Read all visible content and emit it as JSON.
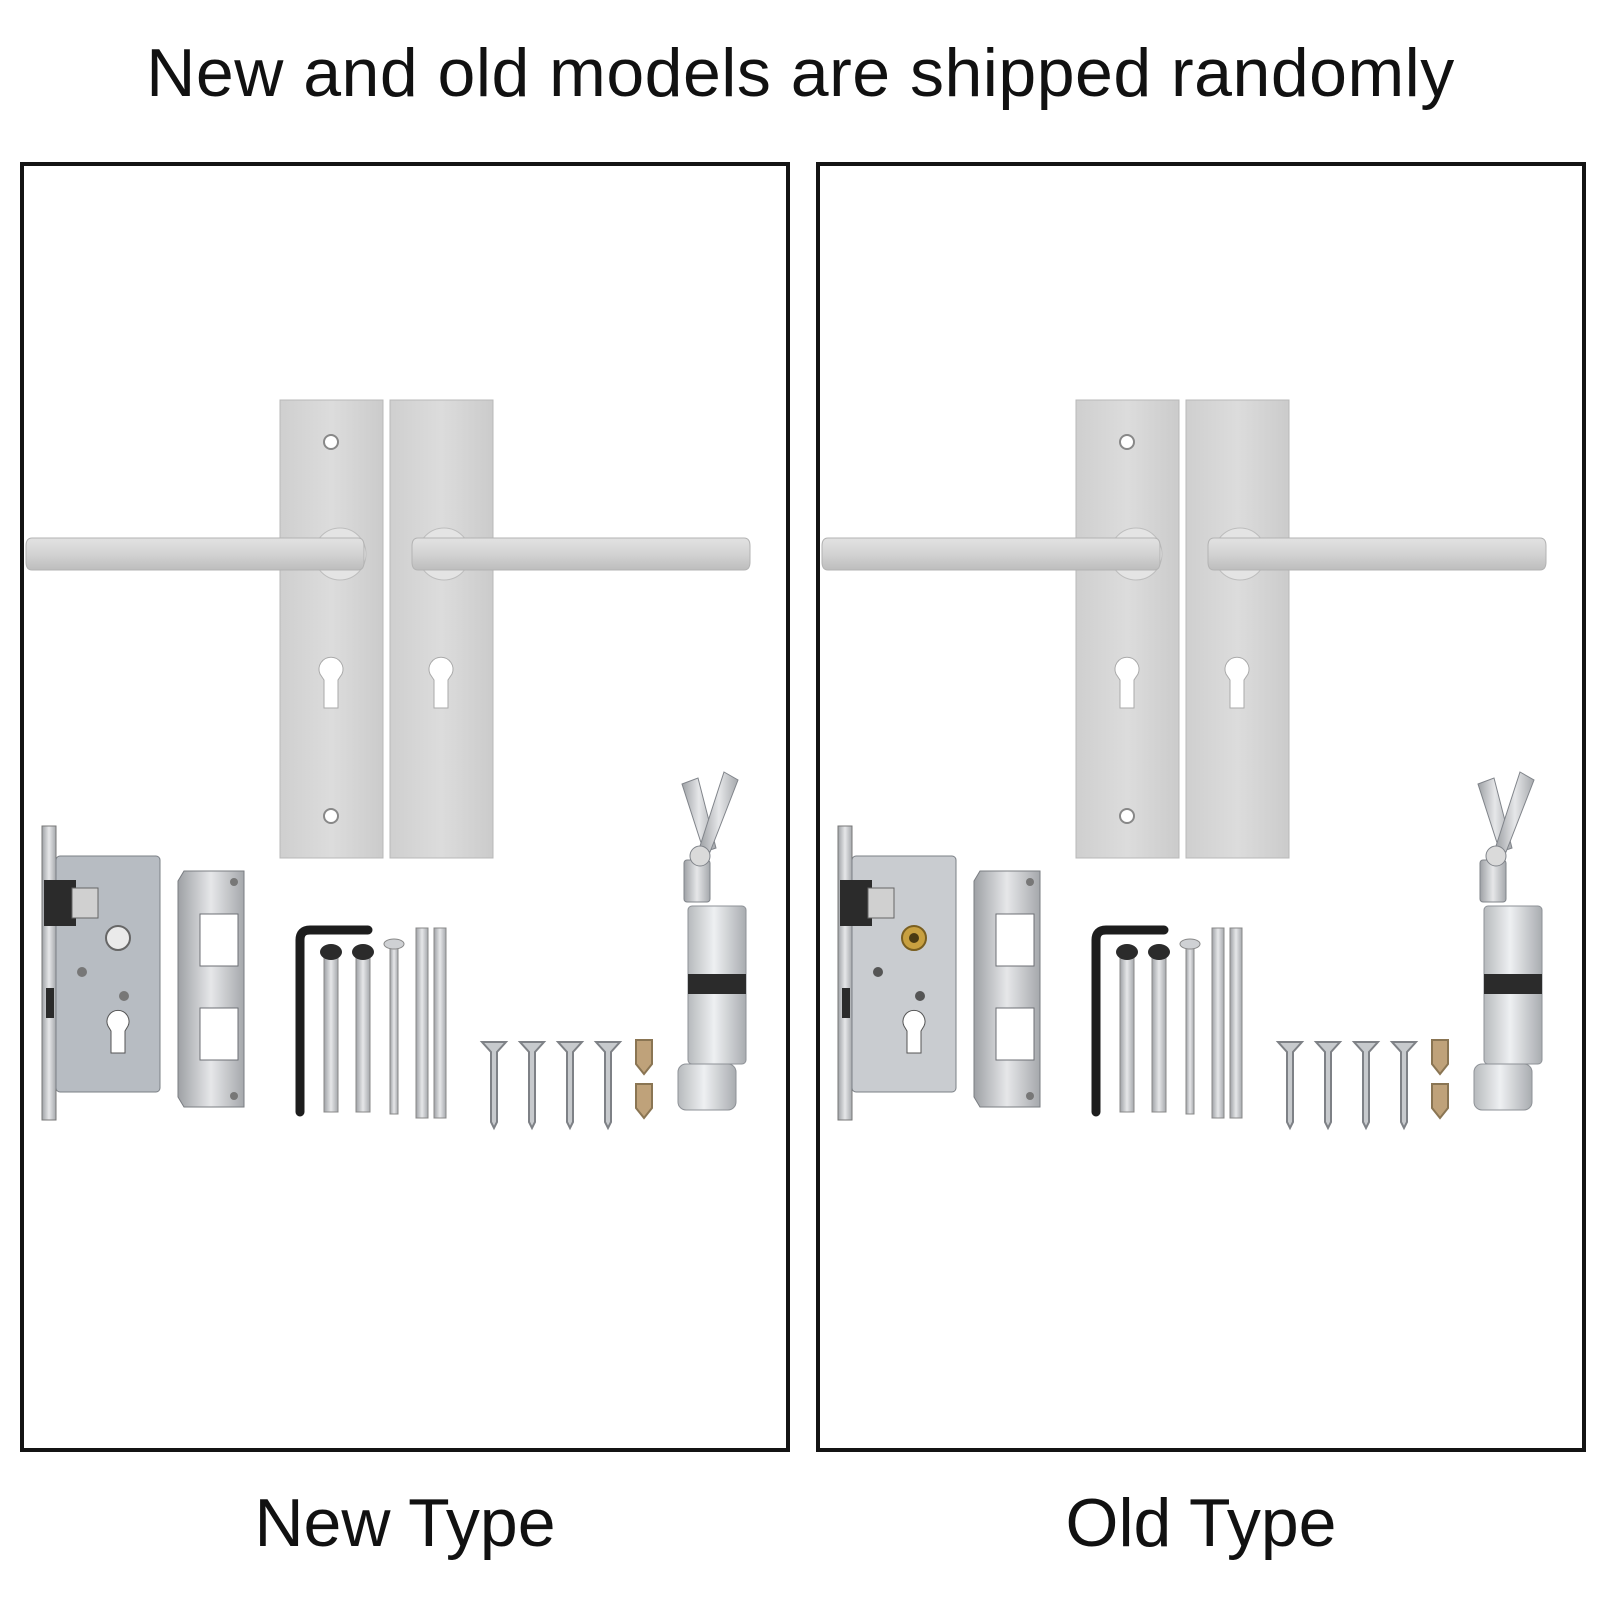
{
  "headline": "New and old models are shipped randomly",
  "panels": [
    {
      "caption": "New Type"
    },
    {
      "caption": "Old Type"
    }
  ],
  "colors": {
    "frame": "#141414",
    "satin_aluminium": "#d6d6d6",
    "steel": "#c2c4c7",
    "dark_metal": "#2a2a2a",
    "brass": "#c8a040"
  },
  "icons": [
    "lever-handle-icon",
    "mortise-lock-icon",
    "strike-plate-icon",
    "hex-key-icon",
    "bolt-icon",
    "screw-icon",
    "cylinder-lock-icon",
    "key-icon"
  ]
}
